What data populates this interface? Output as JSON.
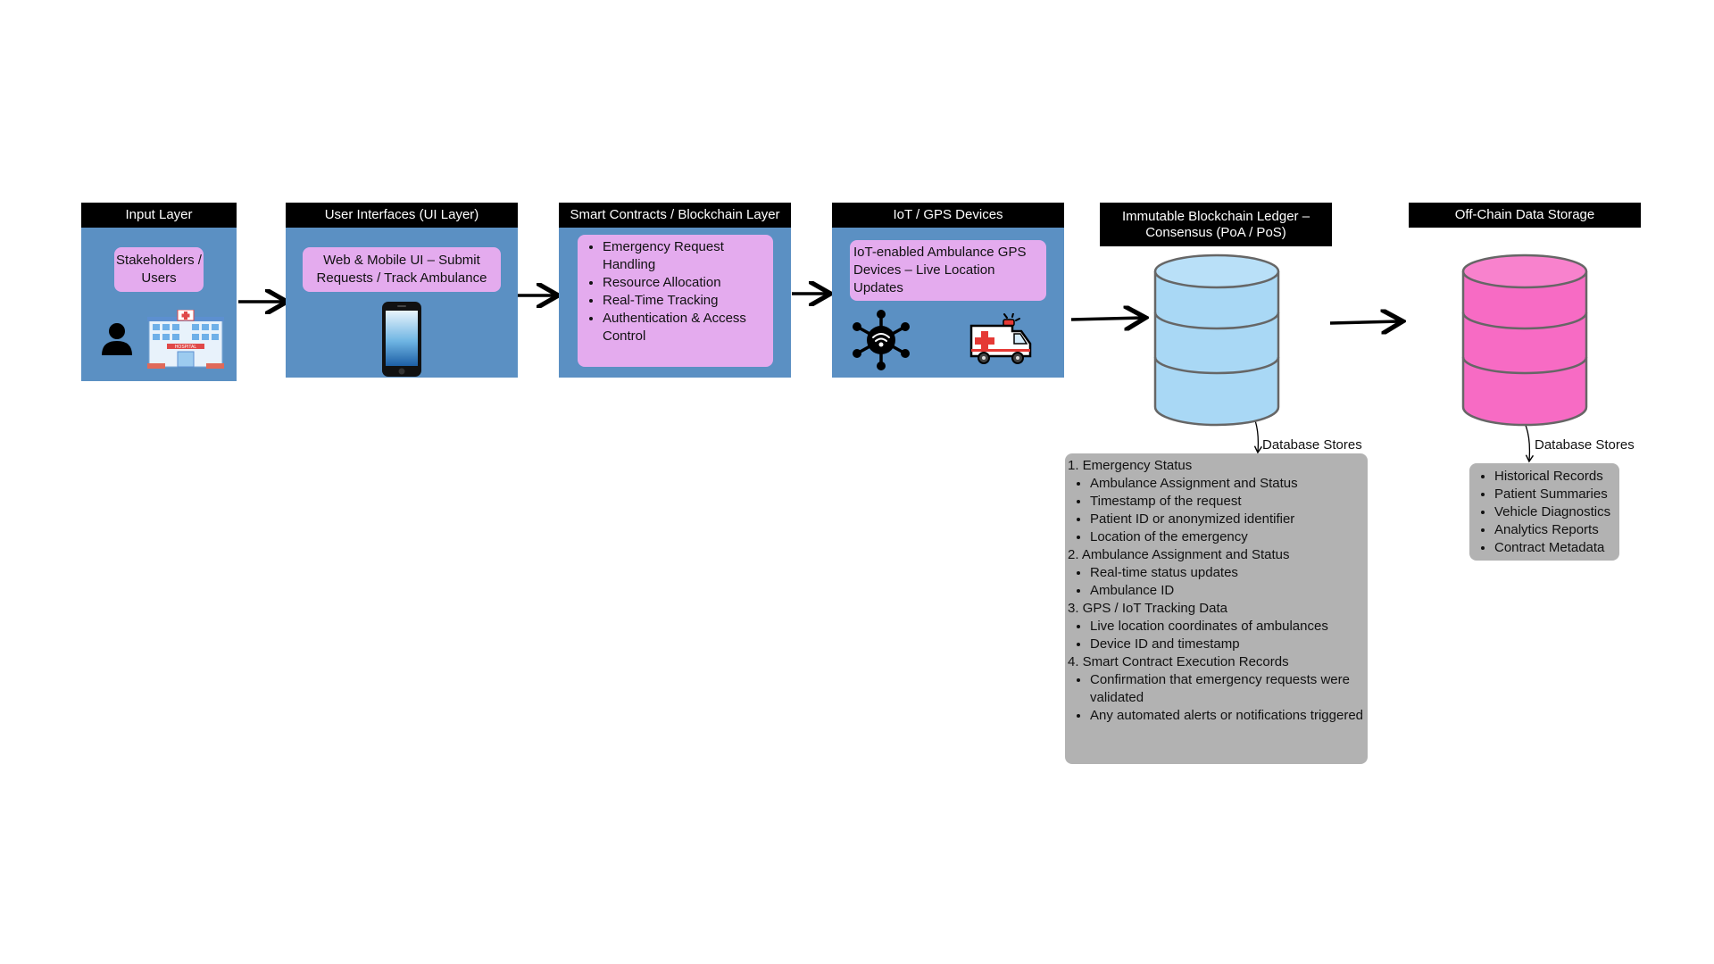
{
  "layers": [
    {
      "header": "Input Layer",
      "box": "Stakeholders / Users"
    },
    {
      "header": "User Interfaces (UI Layer)",
      "box": "Web & Mobile UI – Submit Requests / Track Ambulance"
    },
    {
      "header": "Smart Contracts / Blockchain Layer",
      "items": [
        "Emergency Request Handling",
        "Resource Allocation",
        "Real-Time Tracking",
        "Authentication & Access Control"
      ]
    },
    {
      "header": "IoT / GPS Devices",
      "box": "IoT-enabled Ambulance GPS Devices – Live Location Updates"
    },
    {
      "header": "Immutable Blockchain Ledger – Consensus (PoA / PoS)"
    },
    {
      "header": "Off-Chain Data Storage"
    }
  ],
  "ledger_db": {
    "color": "#a9d8f5",
    "label": "Database Stores",
    "sections": [
      {
        "title": "1. Emergency Status",
        "items": [
          "Ambulance Assignment and Status",
          "Timestamp of the request",
          "Patient ID or anonymized identifier",
          "Location of the emergency"
        ]
      },
      {
        "title": "2. Ambulance Assignment and Status",
        "items": [
          "Real-time status updates",
          "Ambulance ID"
        ]
      },
      {
        "title": "3. GPS / IoT Tracking Data",
        "items": [
          "Live location coordinates of ambulances",
          "Device ID and timestamp"
        ]
      },
      {
        "title": "4. Smart Contract Execution Records",
        "items": [
          "Confirmation that emergency requests were validated",
          "Any automated alerts or notifications triggered"
        ]
      }
    ]
  },
  "offchain_db": {
    "color": "#f76bc4",
    "label": "Database Stores",
    "items": [
      "Historical Records",
      "Patient Summaries",
      "Vehicle Diagnostics",
      "Analytics Reports",
      "Contract Metadata"
    ]
  },
  "icons": [
    "user-icon",
    "hospital-icon",
    "smartphone-icon",
    "iot-network-icon",
    "ambulance-icon"
  ],
  "hospital_sign": "HOSPITAL",
  "colors": {
    "panel": "#5b90c3",
    "box": "#e4abee",
    "header": "#000000",
    "storage_box": "#b2b2b2"
  }
}
